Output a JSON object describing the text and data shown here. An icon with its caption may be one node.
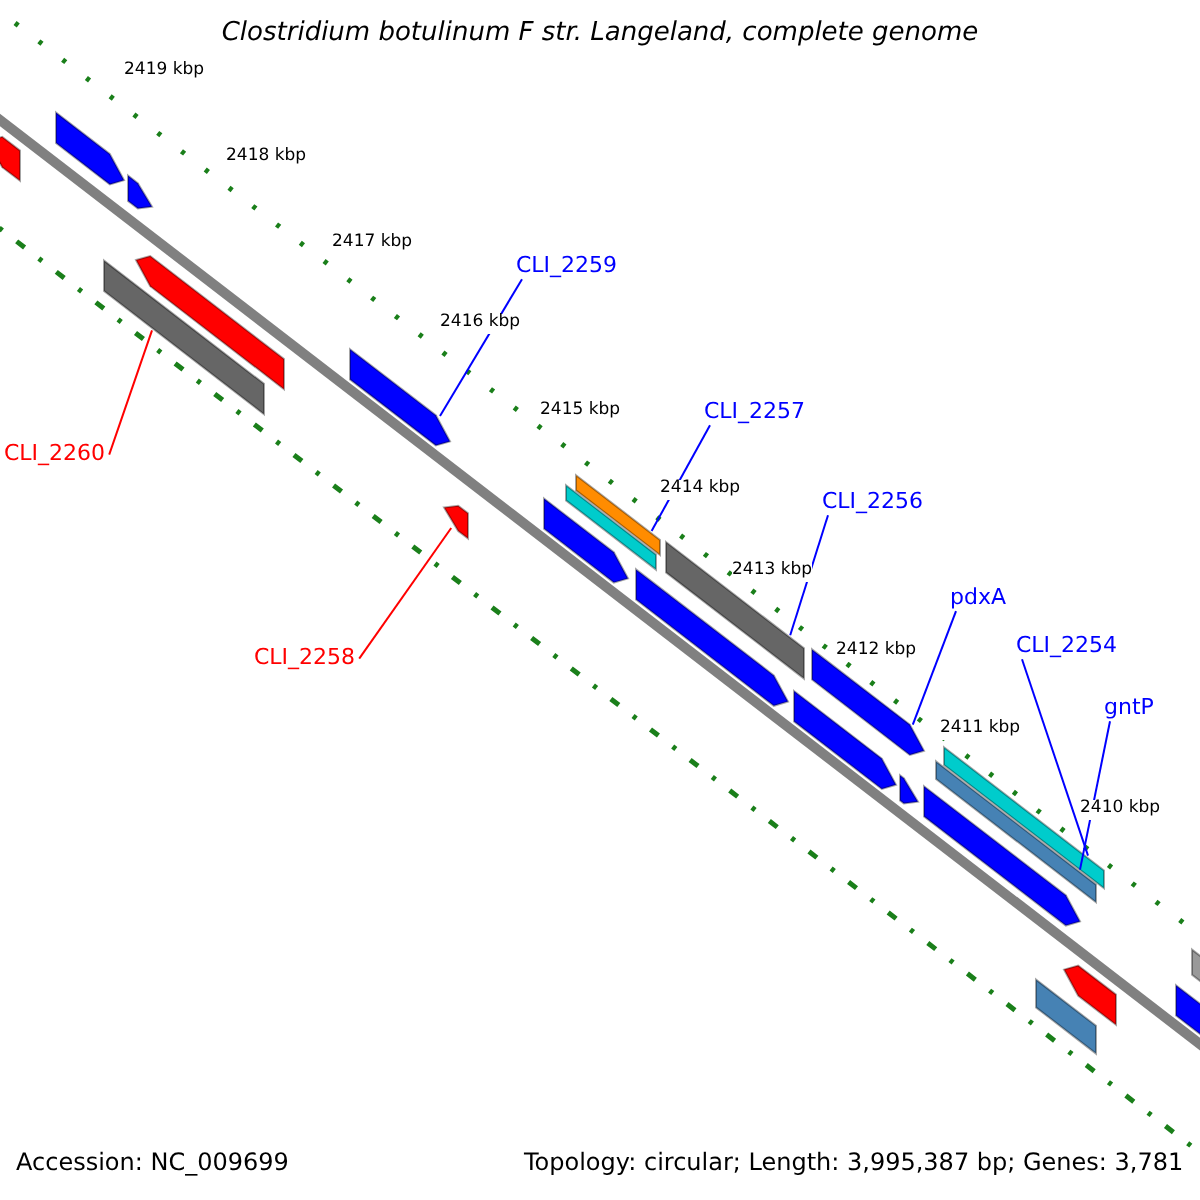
{
  "diagram": {
    "title": "Clostridium botulinum F str. Langeland, complete genome",
    "nodes": [
      {
        "text": [
          "CLI_2259"
        ]
      },
      {
        "text": [
          "CLI_2257"
        ]
      },
      {
        "text": [
          "CLI_2256"
        ]
      },
      {
        "text": [
          "pdxA"
        ]
      },
      {
        "text": [
          "CLI_2254"
        ]
      },
      {
        "text": [
          "gntP"
        ]
      },
      {
        "text": [
          "CLI_2260"
        ]
      },
      {
        "text": [
          "CLI_2258"
        ]
      },
      {
        "text": [],
        "shape": "arrow"
      },
      {
        "text": [],
        "shape": "arrow"
      },
      {
        "text": [],
        "shape": "bar"
      },
      {
        "text": [],
        "shape": "arrow"
      },
      {
        "text": [],
        "shape": "arrow"
      },
      {
        "text": [],
        "shape": "arrow"
      },
      {
        "text": [],
        "shape": "arrow"
      },
      {
        "text": [],
        "shape": "arrow"
      },
      {
        "text": [],
        "shape": "bar"
      },
      {
        "text": [],
        "shape": "bar"
      },
      {
        "text": [],
        "shape": "arrow"
      },
      {
        "text": [],
        "shape": "bar"
      },
      {
        "text": [],
        "shape": "arrow"
      },
      {
        "text": [],
        "shape": "arrow"
      },
      {
        "text": [],
        "shape": "arrow"
      },
      {
        "text": [],
        "shape": "arrow"
      },
      {
        "text": [],
        "shape": "bar"
      },
      {
        "text": [],
        "shape": "bar"
      },
      {
        "text": [],
        "shape": "bar"
      },
      {
        "text": [],
        "shape": "arrow"
      },
      {
        "text": [],
        "shape": "arrow"
      },
      {
        "text": [],
        "shape": "bar"
      }
    ],
    "edges": [
      {
        "from": 0,
        "to": 13,
        "arrow": "none"
      },
      {
        "from": 1,
        "to": 17,
        "arrow": "none"
      },
      {
        "from": 2,
        "to": 19,
        "arrow": "none"
      },
      {
        "from": 3,
        "to": 21,
        "arrow": "none"
      },
      {
        "from": 4,
        "to": 25,
        "arrow": "none"
      },
      {
        "from": 5,
        "to": 24,
        "arrow": "none"
      },
      {
        "from": 6,
        "to": 10,
        "arrow": "none",
        "color": "#ff0000"
      },
      {
        "from": 7,
        "to": 14,
        "arrow": "none",
        "color": "#ff0000"
      }
    ],
    "labels": [
      "2419 kbp",
      "2418 kbp",
      "2417 kbp",
      "2416 kbp",
      "2415 kbp",
      "2414 kbp",
      "2413 kbp",
      "2412 kbp",
      "2411 kbp",
      "2410 kbp",
      "Accession: NC_009699",
      "Topology: circular; Length: 3,995,387 bp; Genes: 3,781"
    ]
  }
}
